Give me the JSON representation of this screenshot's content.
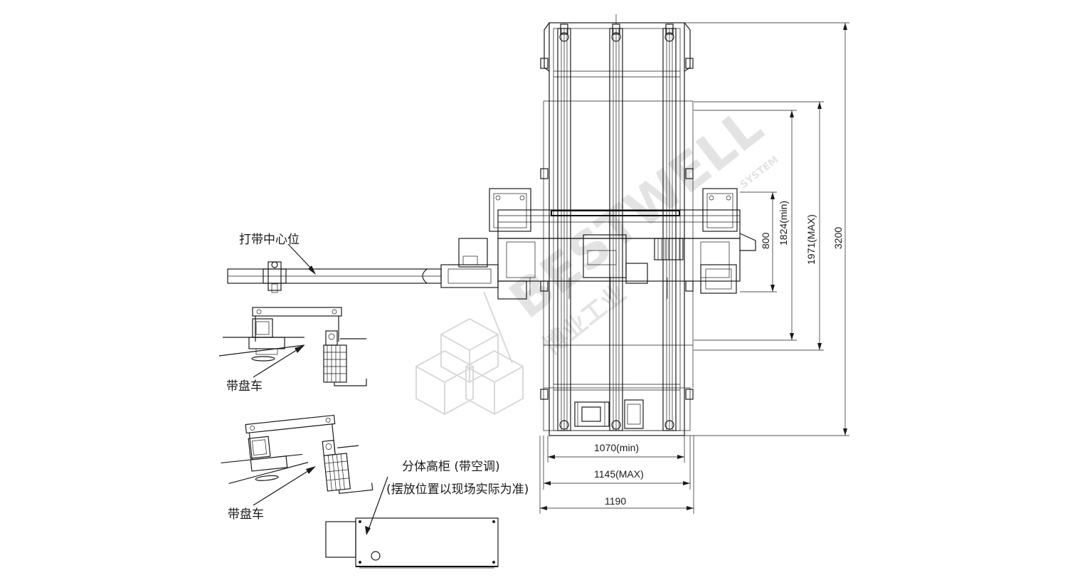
{
  "labels": {
    "strapping_center": "打带中心位",
    "reel_cart_1": "带盘车",
    "reel_cart_2": "带盘车",
    "cabinet_line1": "分体高柜 (带空调)",
    "cabinet_line2": "(摆放位置以现场实际为准)"
  },
  "dimensions": {
    "w_min": "1070(min)",
    "w_max": "1145(MAX)",
    "w_total": "1190",
    "h_800": "800",
    "h_min": "1824(min)",
    "h_max": "1971(MAX)",
    "h_total": "3200"
  },
  "watermark": {
    "brand": "BESTWELL",
    "system": "SYSTEM",
    "subtitle": "博业工业"
  },
  "colors": {
    "line": "#1a1a1a",
    "watermark": "#d9d9d9",
    "background": "#ffffff"
  }
}
